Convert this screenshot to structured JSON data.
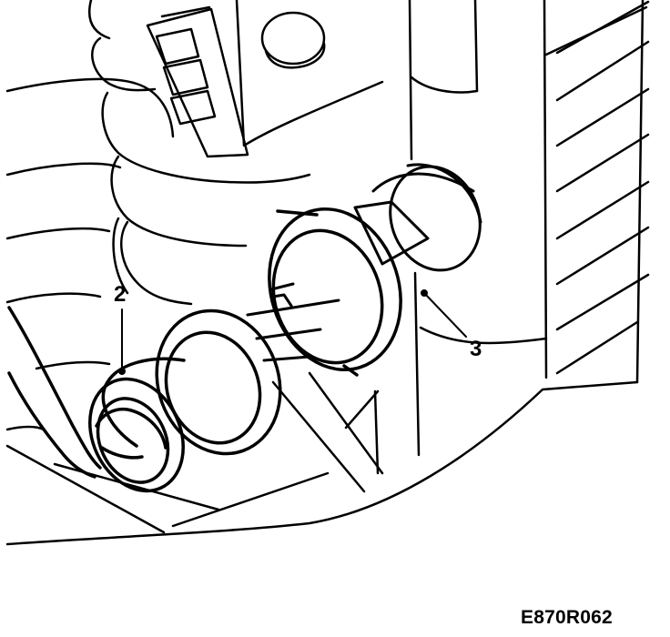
{
  "figure": {
    "callouts": [
      {
        "id": "2",
        "label": "2"
      },
      {
        "id": "3",
        "label": "3"
      }
    ],
    "reference_code": "E870R062",
    "colors": {
      "line": "#000000",
      "background": "#ffffff"
    }
  }
}
